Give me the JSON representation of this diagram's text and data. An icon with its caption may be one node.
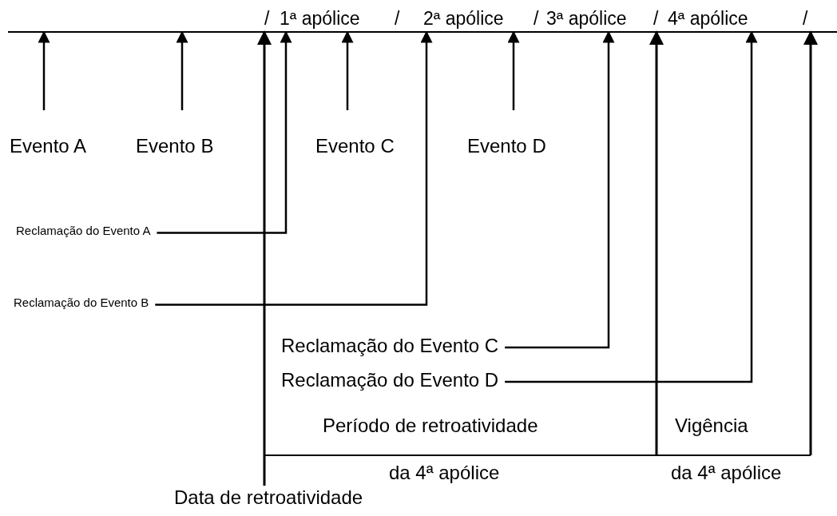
{
  "diagram": {
    "nodes": [
      {
        "text": [],
        "shape": "line"
      },
      {
        "text": [
          "Evento A"
        ]
      },
      {
        "text": [
          "Evento B"
        ]
      },
      {
        "text": [
          "Evento C"
        ]
      },
      {
        "text": [
          "Evento D"
        ]
      },
      {
        "text": [
          "Reclamação do Evento A"
        ]
      },
      {
        "text": [
          "Reclamação do Evento B"
        ]
      },
      {
        "text": [
          "Reclamação do Evento C"
        ]
      },
      {
        "text": [
          "Reclamação do Evento D"
        ]
      },
      {
        "text": [
          "Data de retroatividade"
        ]
      }
    ],
    "edges": [
      {
        "from": 1,
        "to": 0,
        "arrow": "to"
      },
      {
        "from": 2,
        "to": 0,
        "arrow": "to"
      },
      {
        "from": 3,
        "to": 0,
        "arrow": "to"
      },
      {
        "from": 4,
        "to": 0,
        "arrow": "to"
      },
      {
        "from": 5,
        "to": 0,
        "arrow": "to"
      },
      {
        "from": 6,
        "to": 0,
        "arrow": "to"
      },
      {
        "from": 7,
        "to": 0,
        "arrow": "to"
      },
      {
        "from": 8,
        "to": 0,
        "arrow": "to"
      },
      {
        "from": 9,
        "to": 0,
        "arrow": "to"
      },
      {
        "from": null,
        "to": 0,
        "arrow": "to"
      },
      {
        "from": null,
        "to": 0,
        "arrow": "to"
      }
    ],
    "labels": [
      "/",
      "1ª apólice",
      "/",
      "2ª apólice",
      "/",
      "3ª apólice",
      "/",
      "4ª apólice",
      "/",
      "Período de retroatividade",
      "Vigência",
      "da 4ª apólice",
      "da 4ª apólice"
    ]
  }
}
